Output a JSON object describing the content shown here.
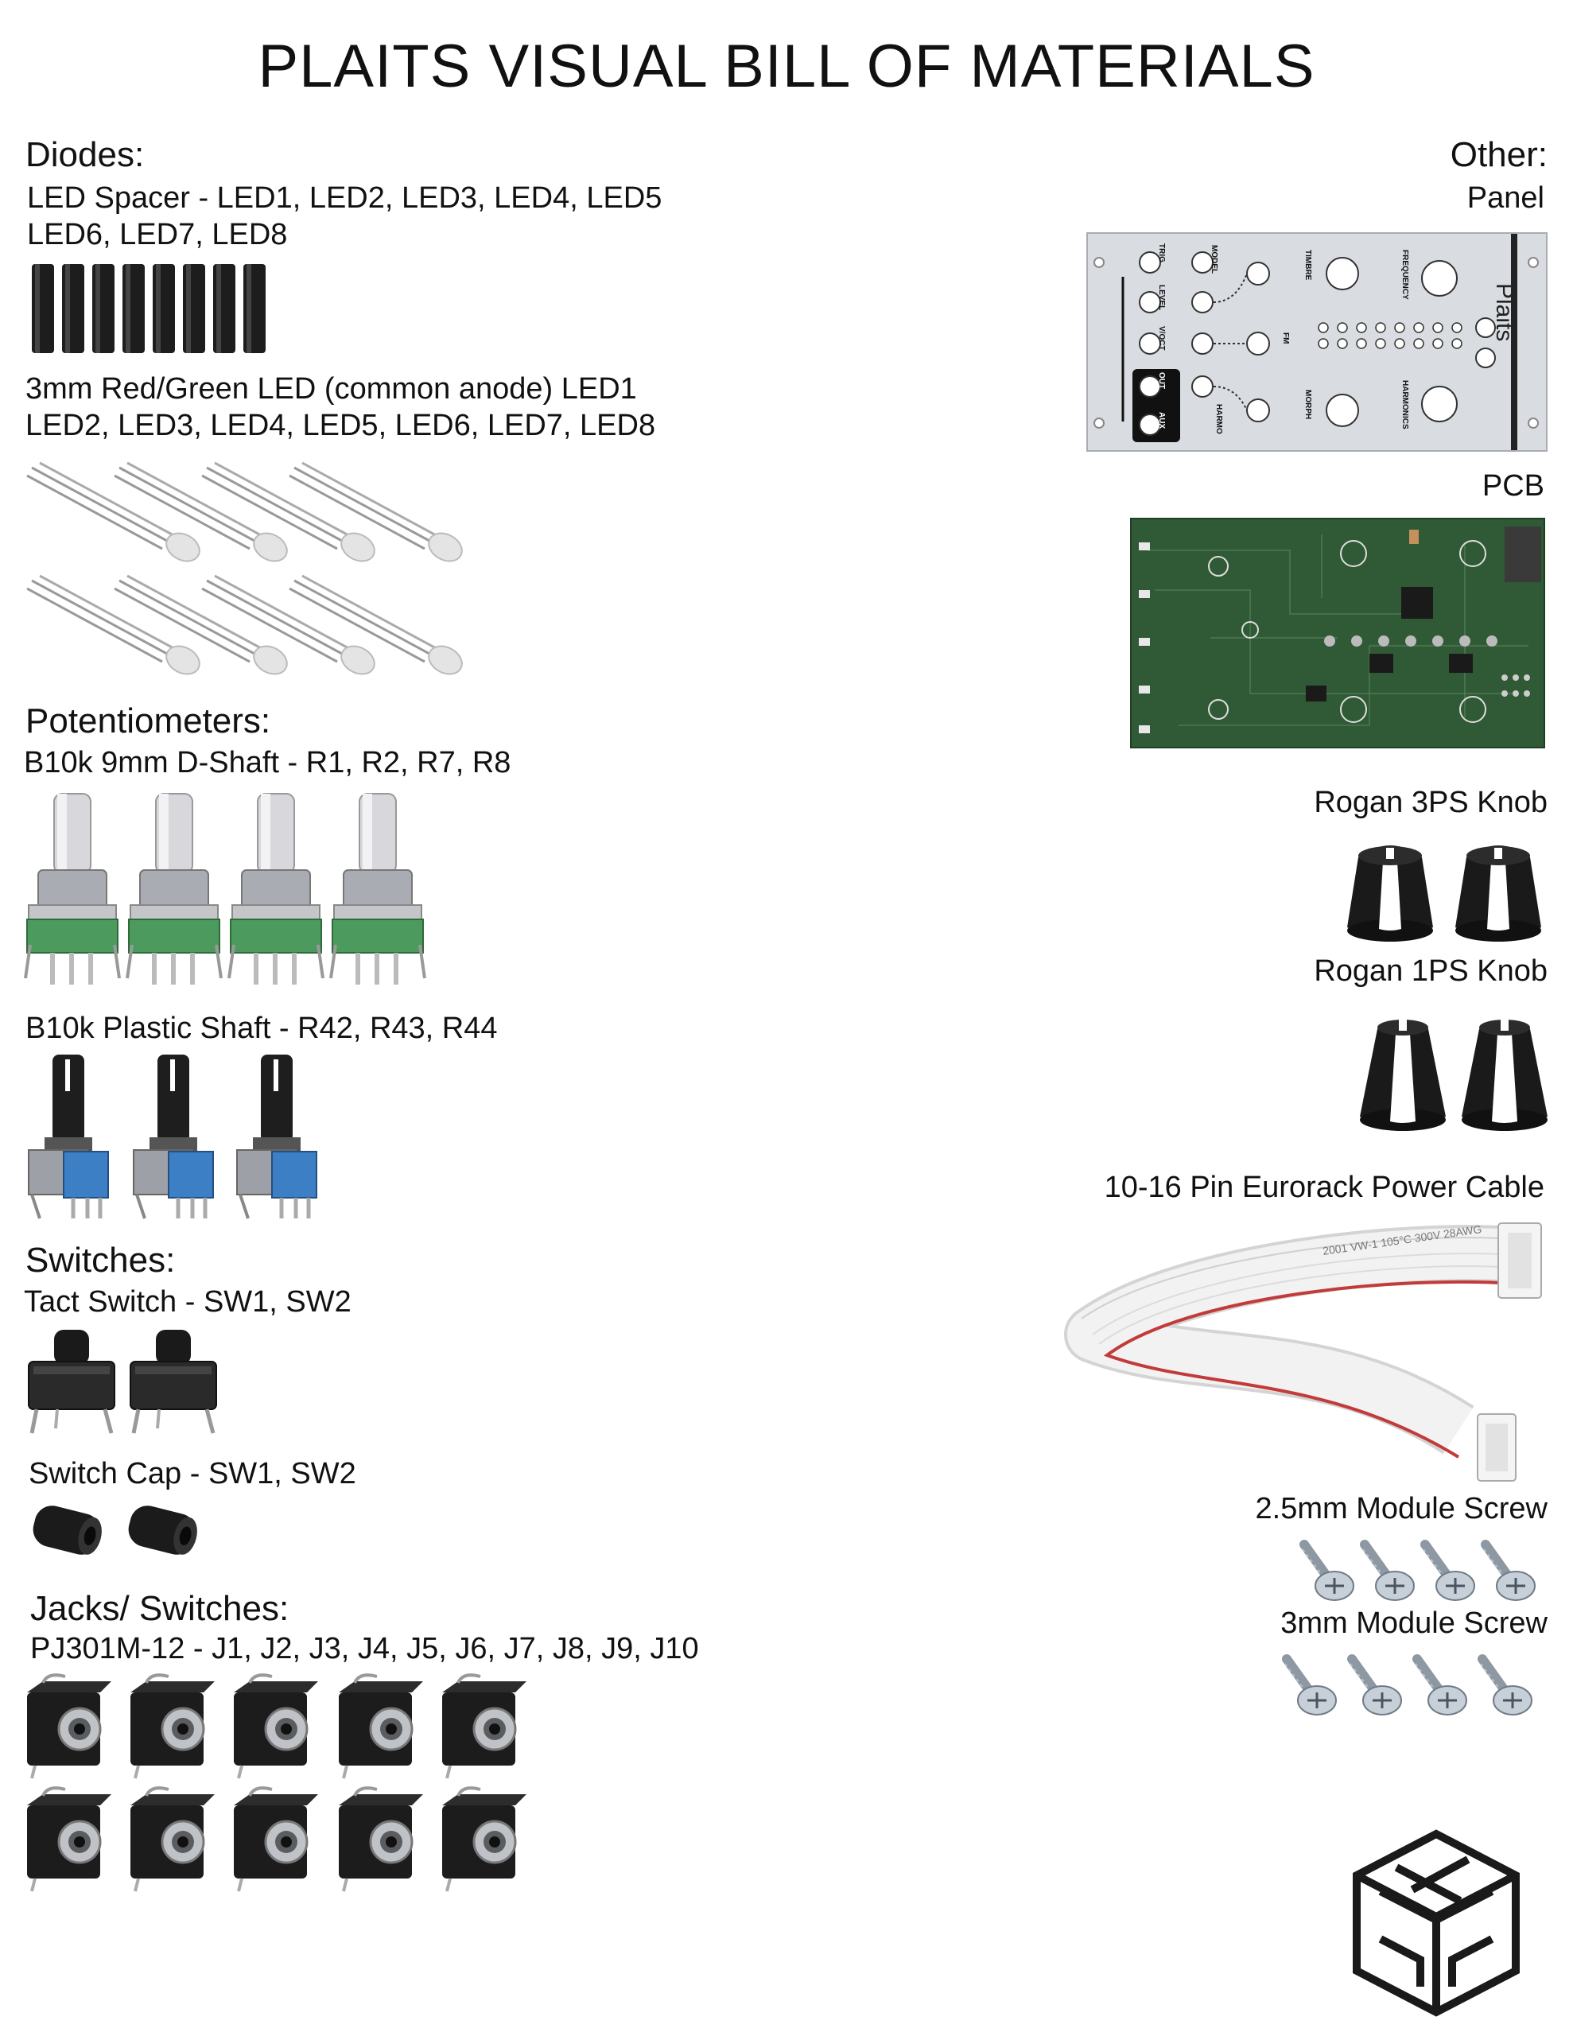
{
  "title": "PLAITS VISUAL BILL OF MATERIALS",
  "left": {
    "diodes": {
      "heading": "Diodes:",
      "spacer_label_1": "LED Spacer - LED1, LED2, LED3, LED4, LED5",
      "spacer_label_2": "LED6, LED7, LED8",
      "led_label_1": "3mm Red/Green LED (common anode) LED1",
      "led_label_2": "LED2, LED3, LED4, LED5, LED6, LED7, LED8"
    },
    "potentiometers": {
      "heading": "Potentiometers:",
      "dshaft_label": "B10k 9mm D-Shaft - R1, R2, R7, R8",
      "plastic_label": "B10k Plastic Shaft - R42, R43, R44"
    },
    "switches": {
      "heading": "Switches:",
      "tact_label": "Tact Switch - SW1, SW2",
      "cap_label": "Switch Cap - SW1, SW2"
    },
    "jacks": {
      "heading": "Jacks/ Switches:",
      "label": "PJ301M-12 - J1, J2, J3, J4, J5, J6, J7, J8, J9, J10"
    }
  },
  "right": {
    "heading": "Other:",
    "panel_label": "Panel",
    "pcb_label": "PCB",
    "knob3_label": "Rogan 3PS Knob",
    "knob1_label": "Rogan 1PS Knob",
    "cable_label": "10-16 Pin Eurorack Power Cable",
    "screw25_label": "2.5mm Module Screw",
    "screw3_label": "3mm Module Screw"
  },
  "panel": {
    "brand": "Plaits",
    "labels": [
      "TRIG",
      "LEVEL",
      "V/OCT",
      "OUT",
      "AUX",
      "MODEL",
      "TIMBRE",
      "FM",
      "MORPH",
      "HARMO",
      "FREQUENCY",
      "HARMONICS"
    ]
  },
  "cable": {
    "print": "2001 VW-1 105°C 300V 28AWG"
  },
  "colors": {
    "pcb_green": "#2f5a35",
    "panel_silver": "#d9dde2",
    "pot_green": "#4d9a5e",
    "pot_blue": "#3d7fc4"
  }
}
